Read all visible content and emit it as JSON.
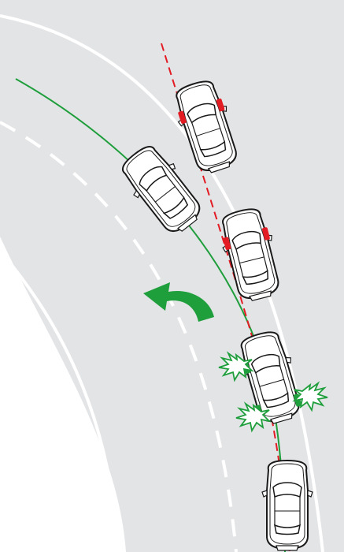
{
  "diagram": {
    "colors": {
      "road": "#e3e4e6",
      "road_edge_line": "#ffffff",
      "lane_dash": "#ffffff",
      "car_body": "#ffffff",
      "car_outline": "#1a1a1a",
      "intended_path": "#1f9e3c",
      "skid_path": "#e31b23",
      "brake_active_intended": "#1f9e3c",
      "brake_active_skid": "#e31b23",
      "steer_arrow": "#1f9e3c",
      "skid_burst": "#1f9e3c"
    },
    "cars": [
      {
        "id": "skidding-car-top",
        "state": "skidding",
        "brake_color": "red"
      },
      {
        "id": "correct-path-car",
        "state": "on-path",
        "brake_color": "none"
      },
      {
        "id": "skidding-car-middle",
        "state": "skidding",
        "brake_color": "red"
      },
      {
        "id": "esc-correcting-car",
        "state": "correcting",
        "brake_color": "green"
      },
      {
        "id": "bottom-car",
        "state": "entering",
        "brake_color": "none"
      }
    ],
    "icons": {
      "steer_arrow": "curved-left-arrow-icon",
      "tire_burst": "skid-burst-icon"
    }
  }
}
